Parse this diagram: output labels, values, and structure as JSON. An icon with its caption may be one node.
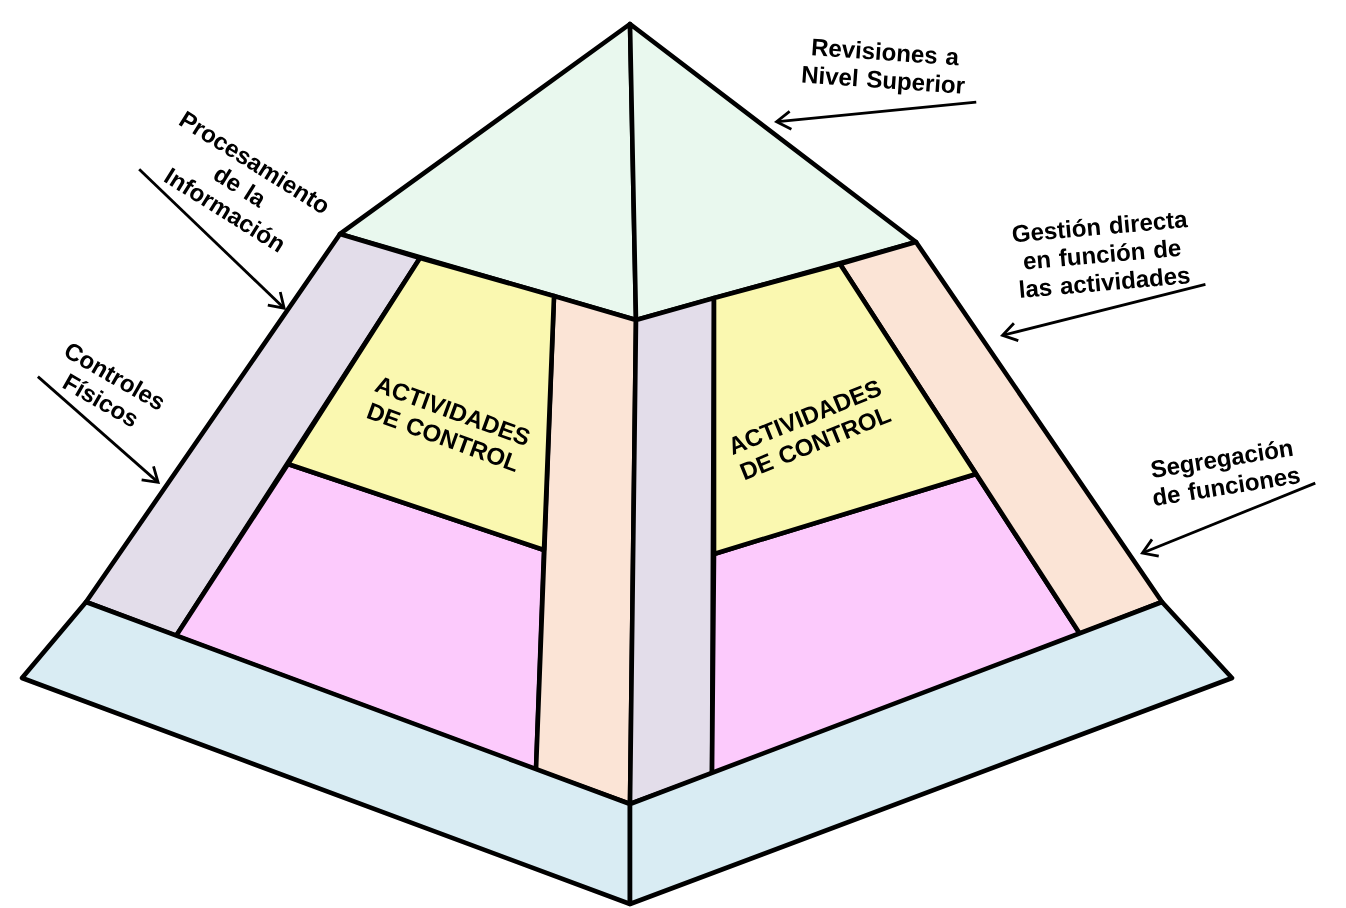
{
  "diagram": {
    "nodes": [
      {
        "text": [
          "Revisiones a Nivel Superior"
        ]
      },
      {
        "text": [
          "Procesamiento de la Información"
        ]
      },
      {
        "text": [
          "Controles Físicos"
        ]
      },
      {
        "text": [
          "Gestión directa en función de las actividades"
        ]
      },
      {
        "text": [
          "Segregación de funciones"
        ]
      },
      {
        "text": [
          "ACTIVIDADES DE CONTROL"
        ]
      },
      {
        "text": [
          "ACTIVIDADES DE CONTROL"
        ]
      }
    ],
    "edges": [
      {
        "from": 0,
        "to": null,
        "arrow": "to"
      },
      {
        "from": 1,
        "to": null,
        "arrow": "to"
      },
      {
        "from": 2,
        "to": null,
        "arrow": "to"
      },
      {
        "from": 3,
        "to": null,
        "arrow": "to"
      },
      {
        "from": 4,
        "to": null,
        "arrow": "to"
      }
    ]
  }
}
